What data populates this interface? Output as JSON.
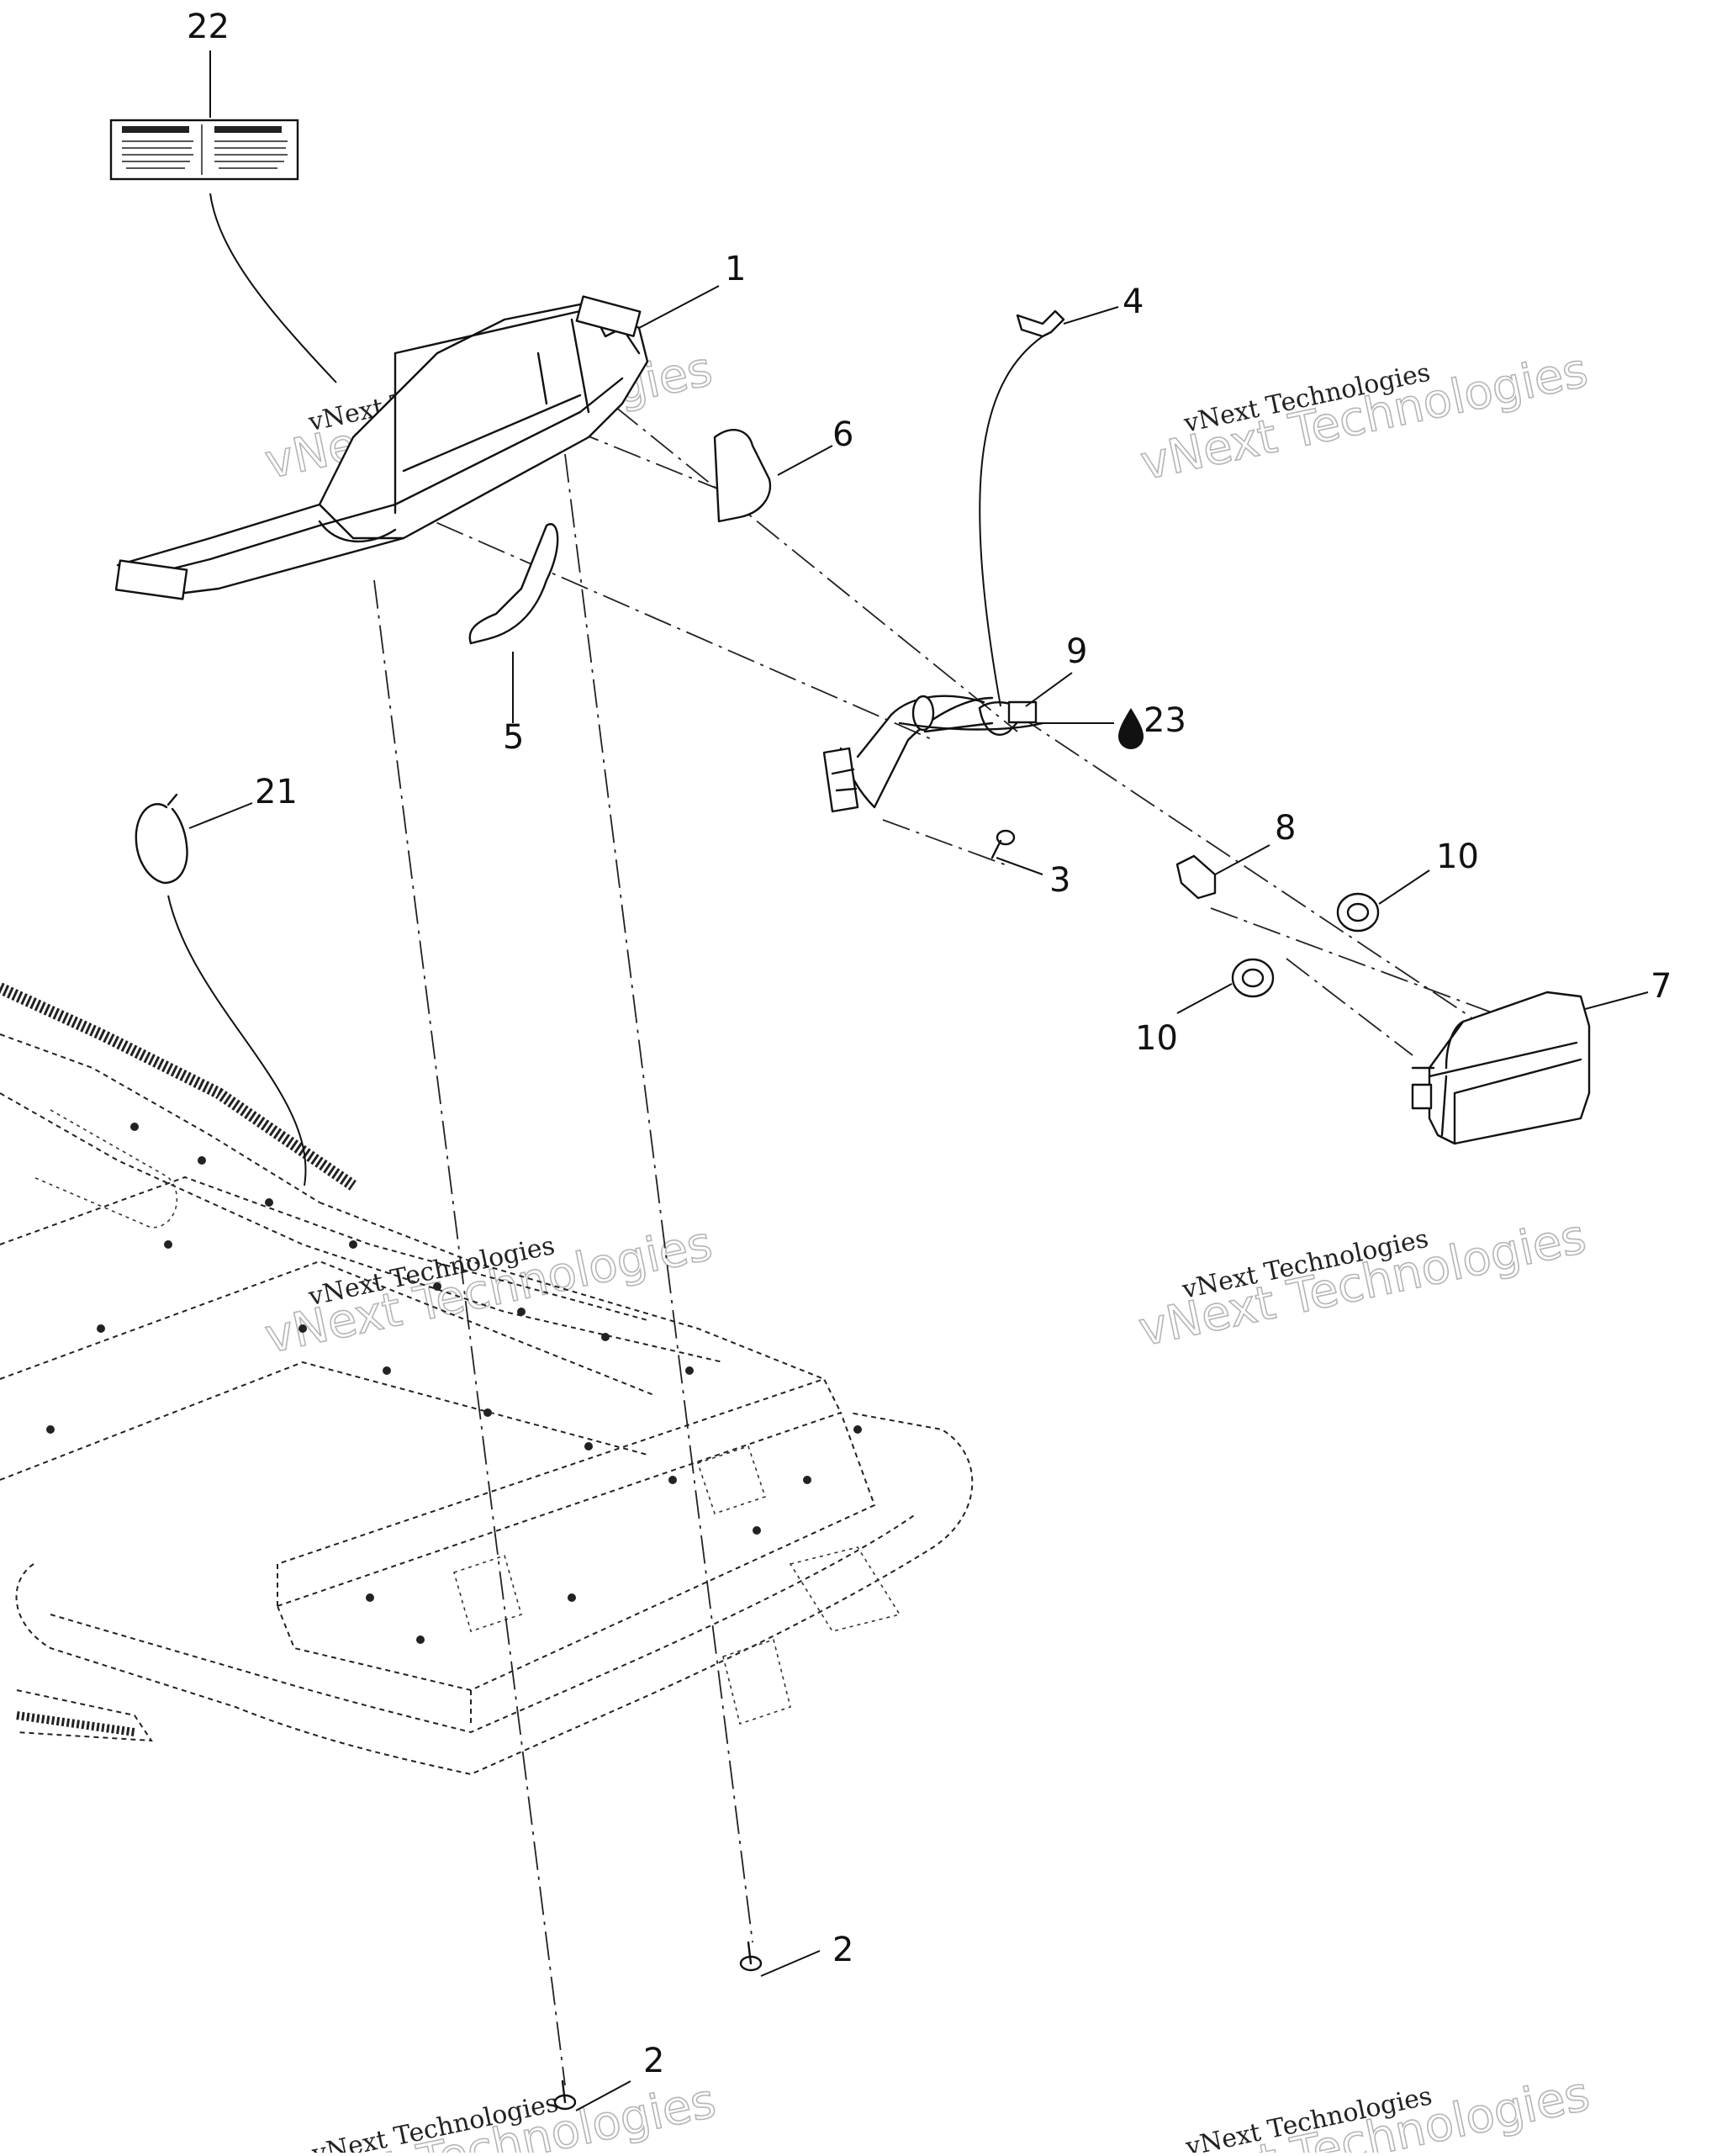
{
  "diagram": {
    "watermark": {
      "logo_text": "vNext Technologies",
      "caption": "vNext Technologies"
    },
    "callouts": {
      "c1": "1",
      "c2a": "2",
      "c2b": "2",
      "c3": "3",
      "c4": "4",
      "c5": "5",
      "c6": "6",
      "c7": "7",
      "c8": "8",
      "c9": "9",
      "c10a": "10",
      "c10b": "10",
      "c21": "21",
      "c22": "22",
      "c23": "23"
    },
    "icons": {
      "lubricant": "drop-icon"
    }
  }
}
